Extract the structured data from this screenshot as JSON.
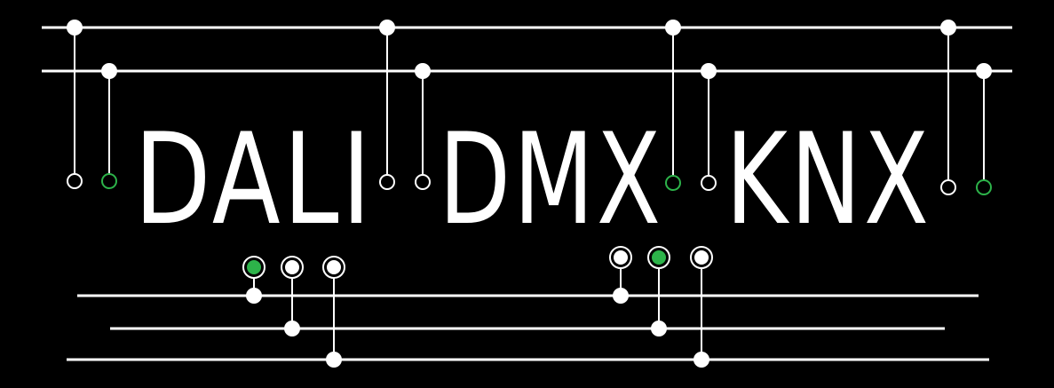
{
  "banner": {
    "words": [
      "DALI",
      "DMX",
      "KNX"
    ]
  },
  "colors": {
    "background": "#000000",
    "line": "#ffffff",
    "accent": "#2db34a"
  }
}
